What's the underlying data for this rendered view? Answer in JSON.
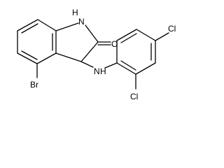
{
  "molecule": {
    "atoms": {
      "nh_ring": "H",
      "n_ring": "N",
      "o_carbonyl": "O",
      "nh_amine_n": "N",
      "nh_amine_h": "H",
      "br": "Br",
      "cl_top": "Cl",
      "cl_bottom": "Cl"
    }
  }
}
